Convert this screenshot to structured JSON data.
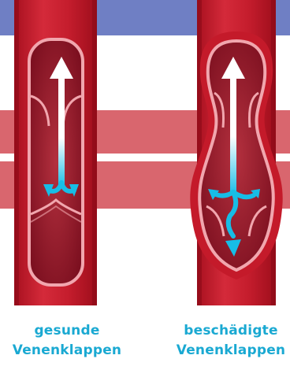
{
  "colors": {
    "top_band": "#6f7fc4",
    "horizontal_band": "#d9666e",
    "vein_red": "#c41a2a",
    "vein_light": "#f1a6ae",
    "inner_dark": "#8e1626",
    "arrow_cyan": "#17bde6",
    "caption_cyan": "#1aa9d2"
  },
  "icons": {
    "healthy_flow": "flow-arrow-icon",
    "damaged_flow": "reflux-arrow-icon"
  },
  "labels": {
    "left": {
      "line1": "gesunde",
      "line2": "Venenklappen"
    },
    "right": {
      "line1": "beschädigte",
      "line2": "Venenklappen"
    }
  }
}
